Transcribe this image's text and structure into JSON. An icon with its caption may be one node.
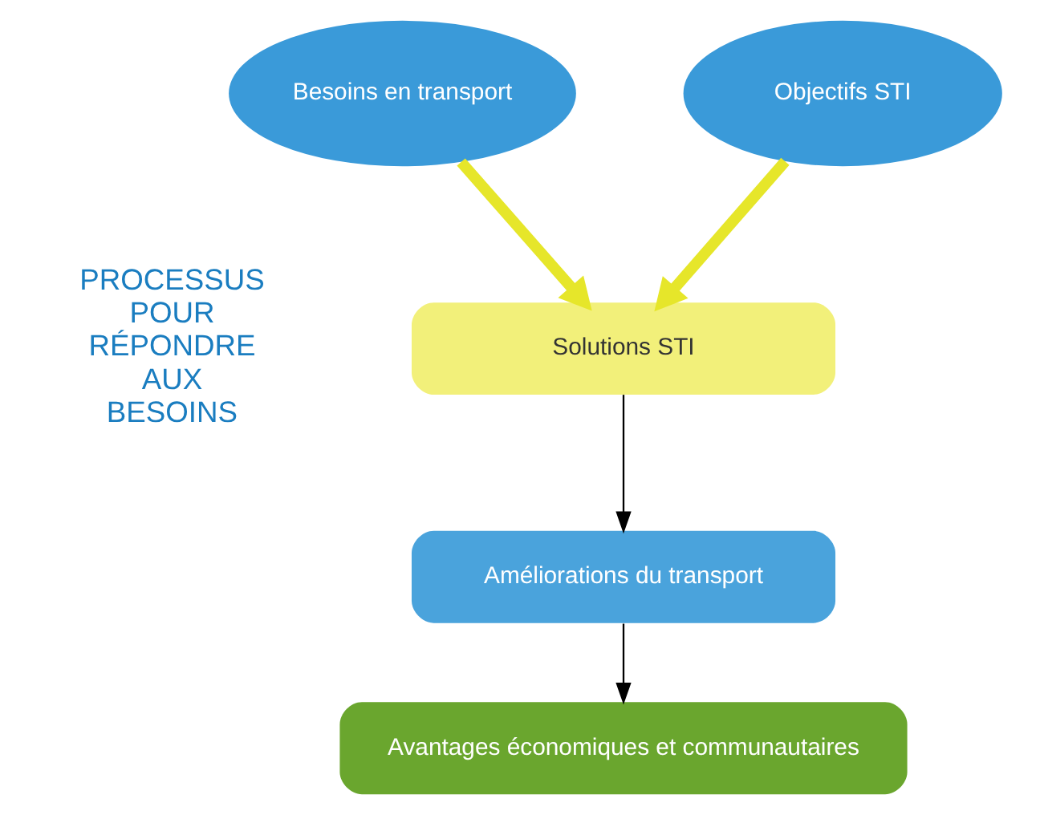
{
  "diagram": {
    "nodes": [
      {
        "text": [
          "Besoins en transport"
        ]
      },
      {
        "text": [
          "Objectifs STI"
        ]
      },
      {
        "text": [
          "Solutions STI"
        ]
      },
      {
        "text": [
          "Améliorations du transport"
        ]
      },
      {
        "text": [
          "Avantages économiques et communautaires"
        ]
      }
    ],
    "edges": [
      {
        "from": 0,
        "to": 2,
        "arrow": "to",
        "style": "thick",
        "color": "#e6e62a"
      },
      {
        "from": 1,
        "to": 2,
        "arrow": "to",
        "style": "thick",
        "color": "#e6e62a"
      },
      {
        "from": 2,
        "to": 3,
        "arrow": "to",
        "color": "#000000"
      },
      {
        "from": 3,
        "to": 4,
        "arrow": "to",
        "color": "#000000"
      }
    ],
    "labels": [
      "PROCESSUS POUR RÉPONDRE AUX BESOINS"
    ]
  }
}
